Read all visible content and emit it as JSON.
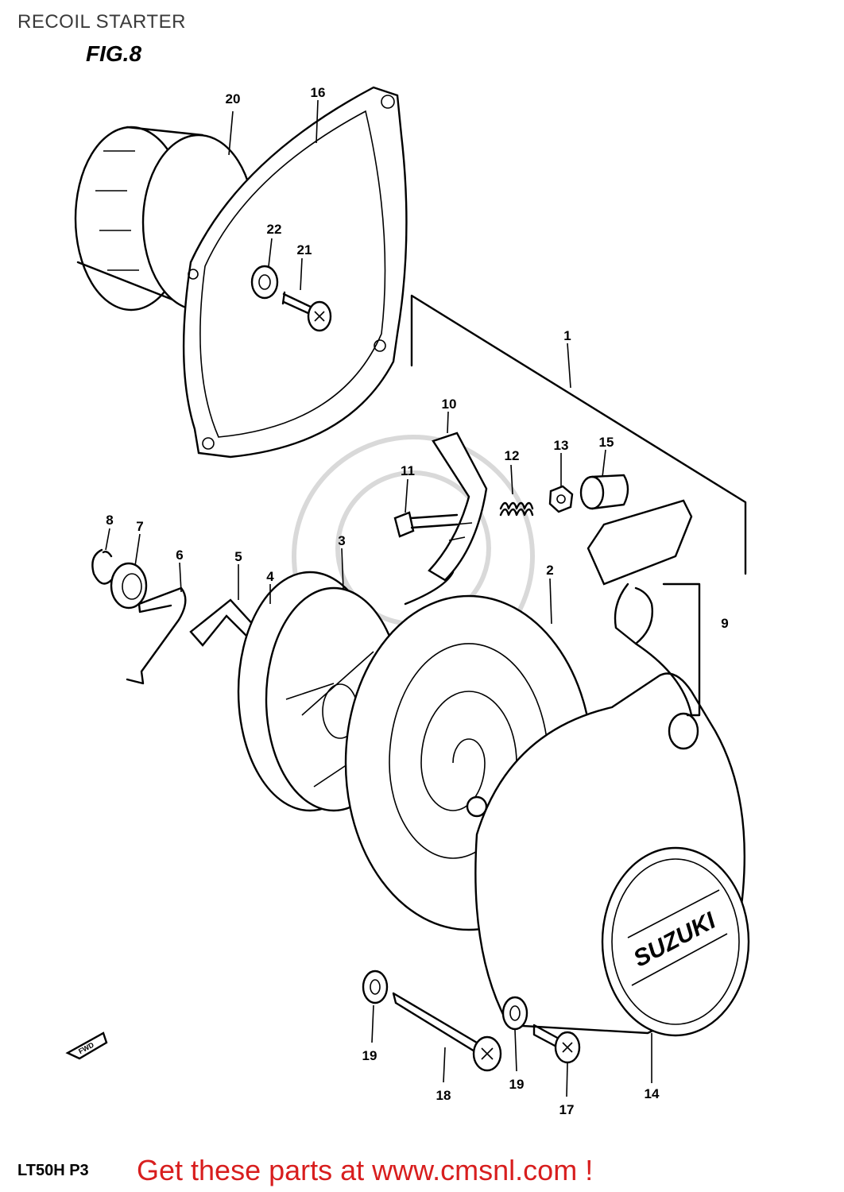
{
  "header": {
    "title": "RECOIL STARTER",
    "figure": "FIG.8"
  },
  "footer": {
    "model": "LT50H P3",
    "cta": "Get these parts at www.cmsnl.com !",
    "cta_color": "#d81e1e"
  },
  "callouts": {
    "c1": "1",
    "c2": "2",
    "c3": "3",
    "c4": "4",
    "c5": "5",
    "c6": "6",
    "c7": "7",
    "c8": "8",
    "c9": "9",
    "c10": "10",
    "c11": "11",
    "c12": "12",
    "c13": "13",
    "c14": "14",
    "c15": "15",
    "c16": "16",
    "c17": "17",
    "c18": "18",
    "c19a": "19",
    "c19b": "19",
    "c20": "20",
    "c21": "21",
    "c22": "22"
  },
  "labels": {
    "brand": "SUZUKI",
    "fwd": "FWD"
  }
}
